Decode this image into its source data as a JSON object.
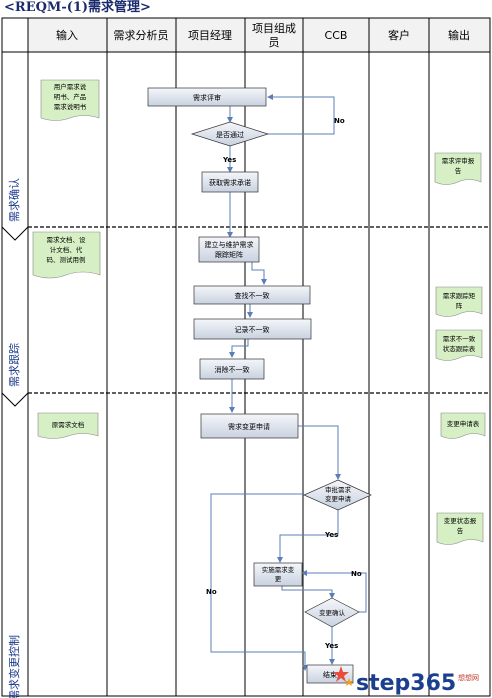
{
  "title": "<REQM-(1)需求管理>",
  "columns": {
    "input": "输入",
    "analyst": "需求分析员",
    "pm": "项目经理",
    "member": "项目组成员",
    "ccb": "CCB",
    "customer": "客户",
    "output": "输出"
  },
  "stages": {
    "confirm": "需求确认",
    "track": "需求跟踪",
    "change": "需求变更控制"
  },
  "inputs": {
    "confirm": "用户需求说明书、产品需求说明书",
    "track": "需求文档、设计文档、代码、测试用例",
    "change": "原需求文档"
  },
  "process": {
    "review": "需求评审",
    "passed": "是否通过",
    "get_commit": "获取需求承诺",
    "build_matrix": "建立与维护需求跟踪矩阵",
    "find_inconsistency": "查找不一致",
    "record_inconsistency": "记录不一致",
    "eliminate": "消除不一致",
    "change_request": "需求变更申请",
    "approve_change": "审批需求变更申请",
    "implement_change": "实施需求变更",
    "confirm_change": "变更确认",
    "end": "结束"
  },
  "edge_labels": {
    "no1": "No",
    "yes1": "Yes",
    "yes2": "Yes",
    "no2": "No",
    "no3": "No",
    "yes3": "Yes"
  },
  "outputs": {
    "review_report": "需求评审报告",
    "trace_matrix": "需求跟踪矩阵",
    "inconsistency_table": "需求不一致状态跟踪表",
    "change_request_table": "变更申请表",
    "change_status_report": "变更状态报告"
  },
  "watermark": {
    "brand": "step365",
    "sub": "想想网"
  },
  "colors": {
    "box_fill": "#e2e7ef",
    "doc_fill": "#d6efc4",
    "arrow": "#5b7fb5",
    "title": "#1a2a6c"
  }
}
